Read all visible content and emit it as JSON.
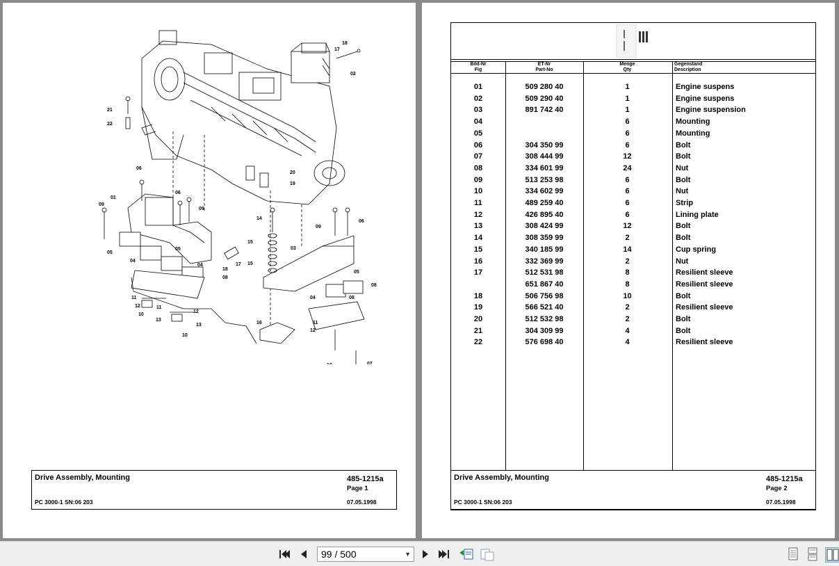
{
  "left_page": {
    "footer": {
      "title": "Drive Assembly, Mounting",
      "doc_number": "485-1215a",
      "page_label": "Page 1",
      "model": "PC 3000-1 SN:06 203",
      "date": "07.05.1998"
    },
    "callouts": [
      "01",
      "02",
      "03",
      "04",
      "05",
      "06",
      "07",
      "08",
      "09",
      "10",
      "11",
      "12",
      "13",
      "14",
      "15",
      "16",
      "17",
      "18",
      "19",
      "20",
      "21",
      "22"
    ]
  },
  "right_page": {
    "headers": {
      "fig_de": "Bild-Nr",
      "fig_en": "Fig",
      "part_de": "ET-Nr",
      "part_en": "Part-No",
      "qty_de": "Menge",
      "qty_en": "Qty",
      "desc_de": "Gegenstand",
      "desc_en": "Description"
    },
    "rows": [
      {
        "fig": "01",
        "part": "509 280 40",
        "qty": "1",
        "desc": "Engine suspens"
      },
      {
        "fig": "02",
        "part": "509 290 40",
        "qty": "1",
        "desc": "Engine suspens"
      },
      {
        "fig": "03",
        "part": "891 742 40",
        "qty": "1",
        "desc": "Engine suspension"
      },
      {
        "fig": "04",
        "part": "",
        "qty": "6",
        "desc": "Mounting"
      },
      {
        "fig": "05",
        "part": "",
        "qty": "6",
        "desc": "Mounting"
      },
      {
        "fig": "06",
        "part": "304 350 99",
        "qty": "6",
        "desc": "Bolt"
      },
      {
        "fig": "07",
        "part": "308 444 99",
        "qty": "12",
        "desc": "Bolt"
      },
      {
        "fig": "08",
        "part": "334 601 99",
        "qty": "24",
        "desc": "Nut"
      },
      {
        "fig": "09",
        "part": "513 253 98",
        "qty": "6",
        "desc": "Bolt"
      },
      {
        "fig": "10",
        "part": "334 602 99",
        "qty": "6",
        "desc": "Nut"
      },
      {
        "fig": "11",
        "part": "489 259 40",
        "qty": "6",
        "desc": "Strip"
      },
      {
        "fig": "12",
        "part": "426 895 40",
        "qty": "6",
        "desc": "Lining plate"
      },
      {
        "fig": "13",
        "part": "308 424 99",
        "qty": "12",
        "desc": "Bolt"
      },
      {
        "fig": "14",
        "part": "308 359 99",
        "qty": "2",
        "desc": "Bolt"
      },
      {
        "fig": "15",
        "part": "340 185 99",
        "qty": "14",
        "desc": "Cup spring"
      },
      {
        "fig": "16",
        "part": "332 369 99",
        "qty": "2",
        "desc": "Nut"
      },
      {
        "fig": "17",
        "part": "512 531 98",
        "qty": "8",
        "desc": "Resilient sleeve"
      },
      {
        "fig": "",
        "part": "651 867 40",
        "qty": "8",
        "desc": "Resilient sleeve"
      },
      {
        "fig": "18",
        "part": "506 756 98",
        "qty": "10",
        "desc": "Bolt"
      },
      {
        "fig": "19",
        "part": "566 521 40",
        "qty": "2",
        "desc": "Resilient sleeve"
      },
      {
        "fig": "20",
        "part": "512 532 98",
        "qty": "2",
        "desc": "Bolt"
      },
      {
        "fig": "21",
        "part": "304 309 99",
        "qty": "4",
        "desc": "Bolt"
      },
      {
        "fig": "22",
        "part": "576 698 40",
        "qty": "4",
        "desc": "Resilient sleeve"
      }
    ],
    "footer": {
      "title": "Drive Assembly, Mounting",
      "doc_number": "485-1215a",
      "page_label": "Page 2",
      "model": "PC 3000-1 SN:06 203",
      "date": "07.05.1998"
    }
  },
  "toolbar": {
    "page_indicator": "99 / 500",
    "icons": [
      "first-page-icon",
      "prev-page-icon",
      "next-page-icon",
      "last-page-icon",
      "previous-view-icon",
      "next-view-icon",
      "single-page-view-icon",
      "continuous-view-icon",
      "two-page-view-icon"
    ]
  }
}
